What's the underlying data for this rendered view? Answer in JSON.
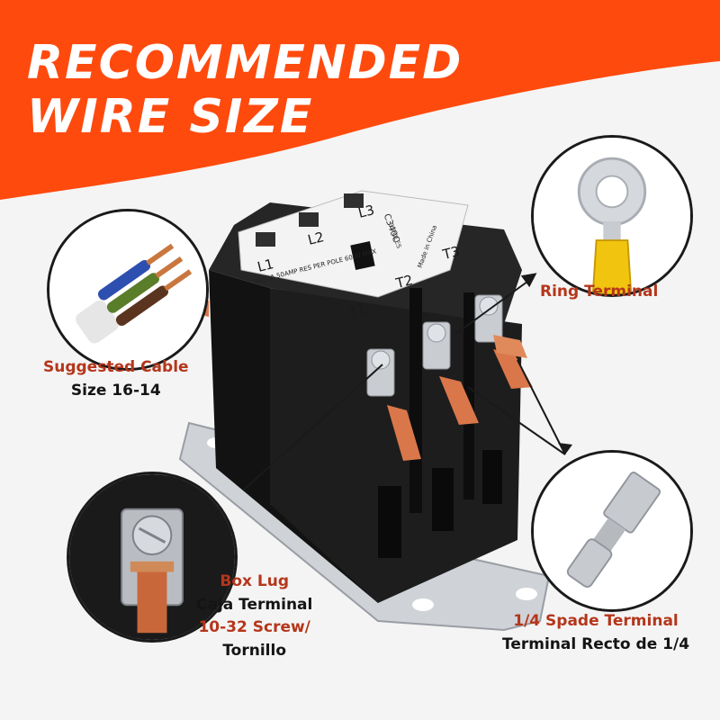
{
  "title": {
    "line1": "RECOMMENDED",
    "line2": "WIRE  SIZE"
  },
  "device": {
    "terminals_top": [
      "L1",
      "L2",
      "L3"
    ],
    "terminals_bottom": [
      "T1",
      "T2",
      "T3"
    ],
    "model": "C340C",
    "poles": "3 POLES",
    "rating": "40FLA 50AMP RES PER POLE 600V MAX",
    "origin": "Made in China"
  },
  "callouts": {
    "cable": {
      "line1": "Suggested Cable",
      "line2": "Size 16-14"
    },
    "ring": {
      "line1": "Ring Terminal"
    },
    "boxlug": {
      "line1": "Box Lug",
      "line2": "Caja Terminal",
      "line3": "10-32 Screw/",
      "line4": "Tornillo"
    },
    "spade": {
      "line1": "1/4 Spade Terminal",
      "line2": "Terminal Recto de 1/4"
    }
  },
  "colors": {
    "banner": "#ff4a0e",
    "accent": "#b5361b",
    "text": "#141414",
    "background": "#f4f4f4",
    "copper": "#d9774a",
    "housing": "#1c1c1c"
  }
}
